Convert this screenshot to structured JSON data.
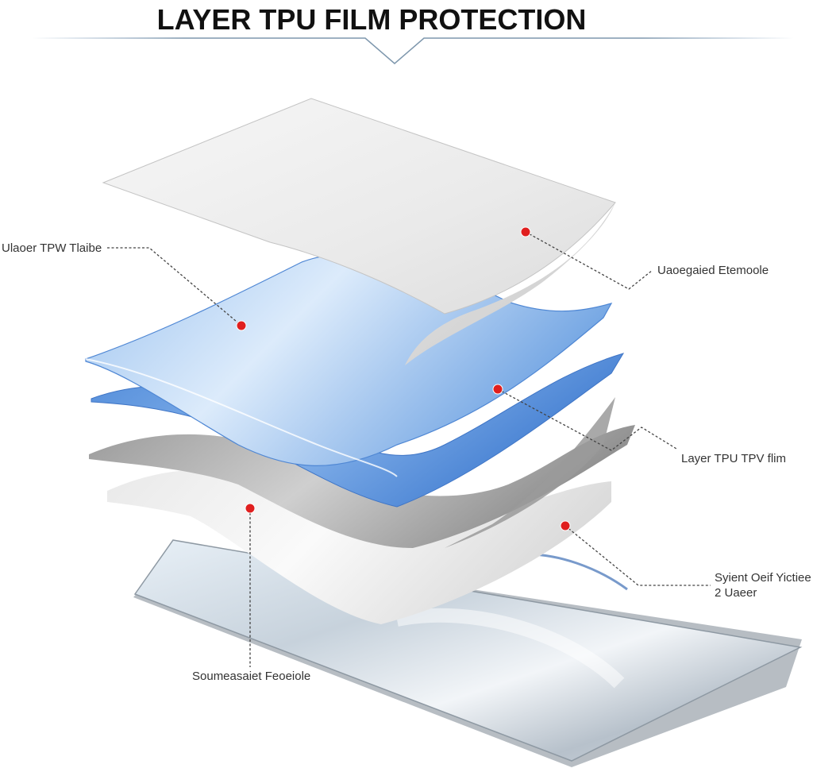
{
  "title": "LAYER TPU FILM PROTECTION",
  "callouts": {
    "top_left": "Ulaoer TPW Tlaibe",
    "top_right": "Uaoegaied Etemoole",
    "mid_right": "Layer TPU TPV flim",
    "lower_right_line1": "Syient Oeif Yictiee",
    "lower_right_line2": "2 Uaeer",
    "bottom": "Soumeasaiet Feoeiole"
  },
  "colors": {
    "accent_blue": "#5b95dc",
    "marker_red": "#e01f1f"
  }
}
